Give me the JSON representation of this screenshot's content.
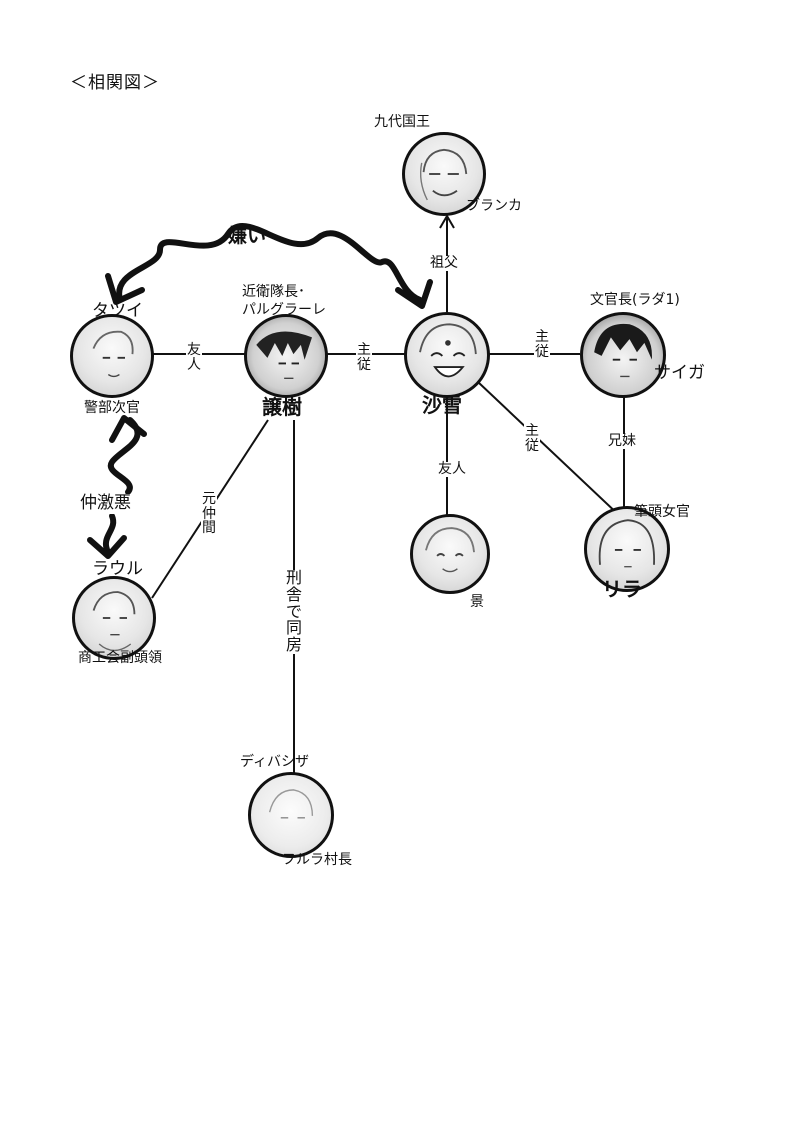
{
  "title": "＜相関図＞",
  "characters": {
    "sayuki": {
      "name": "沙雪",
      "role": ""
    },
    "joju": {
      "name": "譲樹",
      "role_line1": "近衛隊長･",
      "role_line2": "パルグラーレ"
    },
    "tatsui": {
      "name": "タツイ",
      "role": "警部次官"
    },
    "raul": {
      "name": "ラウル",
      "role": "商工会副頭領"
    },
    "divashiza": {
      "name": "ディバシザ",
      "role": "フルラ村長"
    },
    "buranka": {
      "name": "ブランカ",
      "role": "九代国王"
    },
    "saiga": {
      "name": "サイガ",
      "role": "文官長(ラダ1)"
    },
    "rira": {
      "name": "リラ",
      "role": "筆頭女官"
    },
    "kei": {
      "name": "景",
      "role": ""
    }
  },
  "relations": {
    "kirai": "嫌い",
    "nakagekiaku": "仲激悪",
    "tatsui_joju": "友人",
    "joju_sayuki": "主従",
    "sayuki_saiga": "主従",
    "sayuki_rira": "主従",
    "sayuki_kei": "友人",
    "sayuki_buranka": "祖父",
    "saiga_rira": "兄妹",
    "joju_raul": "元仲間",
    "joju_divashiza": "刑舎で同房"
  }
}
